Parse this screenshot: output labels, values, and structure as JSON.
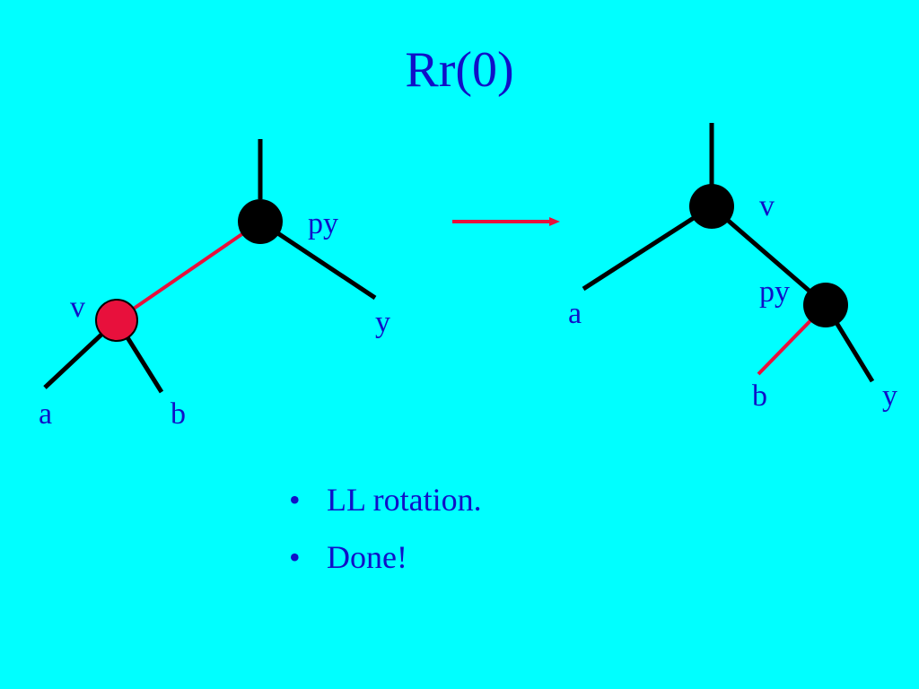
{
  "slide": {
    "title": "Rr(0)",
    "bullets": [
      "LL rotation.",
      "Done!"
    ]
  },
  "colors": {
    "background": "#00FFFF",
    "text": "#1010C8",
    "black_edge": "#000000",
    "red": "#E8103C"
  },
  "diagram": {
    "before": {
      "labels": {
        "py": "py",
        "v": "v",
        "y": "y",
        "a": "a",
        "b": "b"
      }
    },
    "after": {
      "labels": {
        "v": "v",
        "py": "py",
        "a": "a",
        "b": "b",
        "y": "y"
      }
    }
  }
}
